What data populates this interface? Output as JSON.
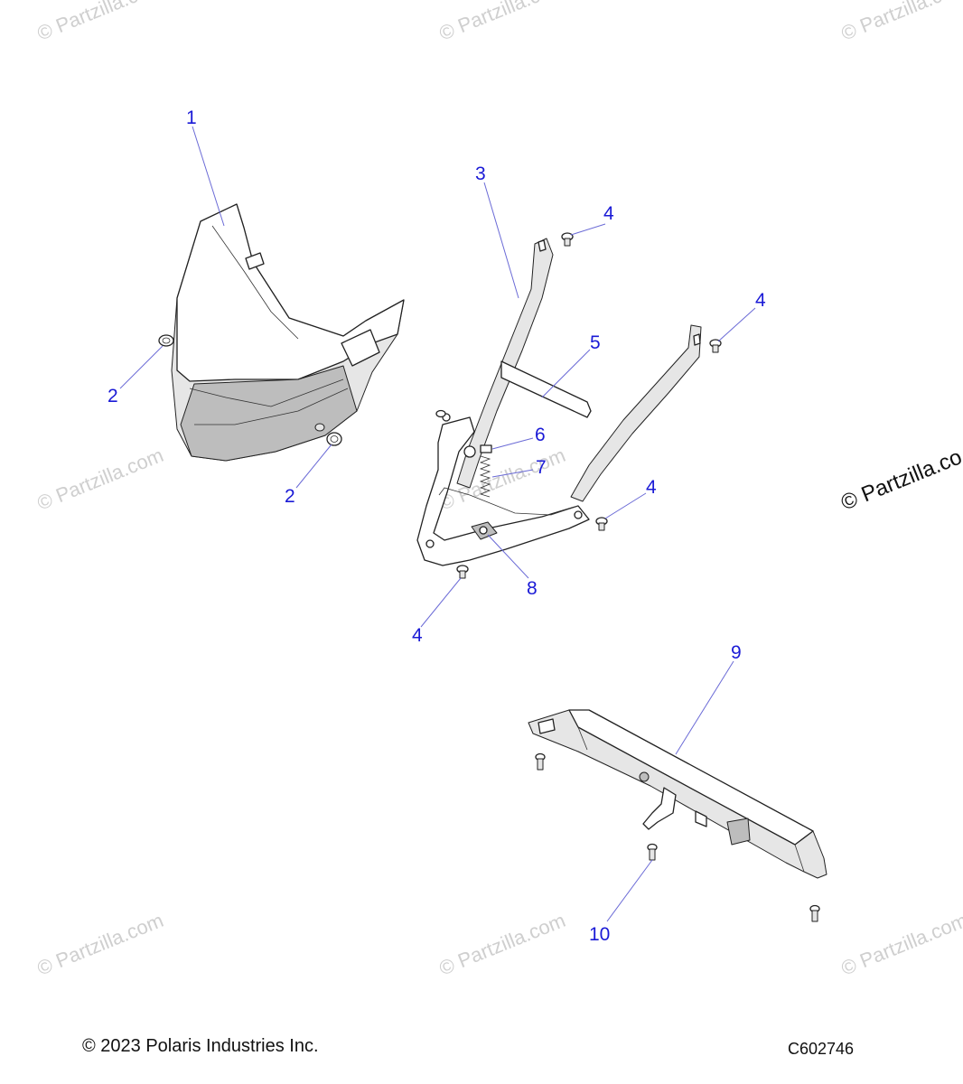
{
  "callouts": [
    {
      "label": "1"
    },
    {
      "label": "2"
    },
    {
      "label": "2"
    },
    {
      "label": "3"
    },
    {
      "label": "4"
    },
    {
      "label": "4"
    },
    {
      "label": "4"
    },
    {
      "label": "4"
    },
    {
      "label": "5"
    },
    {
      "label": "6"
    },
    {
      "label": "7"
    },
    {
      "label": "8"
    },
    {
      "label": "9"
    },
    {
      "label": "10"
    }
  ],
  "watermark": {
    "text": "© Partzilla.com",
    "prominent_text": "© Partzilla.co"
  },
  "footer": {
    "copyright": "© 2023 Polaris Industries Inc.",
    "drawing_number": "C602746"
  },
  "colors": {
    "callout": "#1a1ad6",
    "line": "#222222"
  }
}
